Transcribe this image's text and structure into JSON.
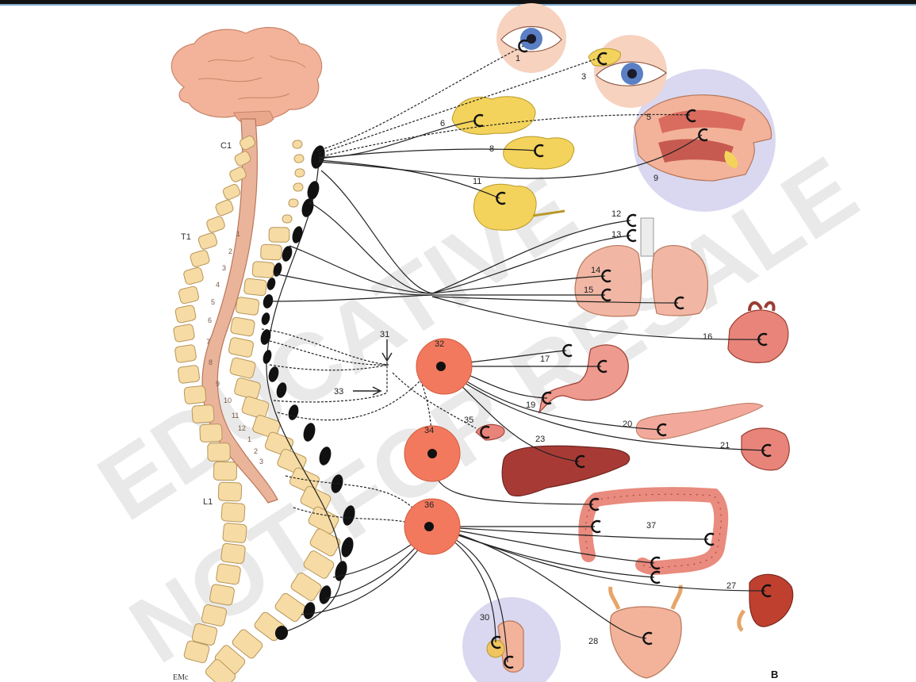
{
  "watermark": [
    "EDUCATIVE",
    "NOT FOR RESALE"
  ],
  "spinal_level_labels": [
    "C1",
    "T1",
    "L1"
  ],
  "thoracic_numbers": [
    "1",
    "2",
    "3",
    "4",
    "5",
    "6",
    "7",
    "8",
    "9",
    "10",
    "11",
    "12"
  ],
  "lumbar_numbers": [
    "1",
    "2",
    "3"
  ],
  "target_labels": [
    "1",
    "3",
    "5",
    "6",
    "8",
    "9",
    "11",
    "12",
    "13",
    "14",
    "15",
    "16",
    "17",
    "19",
    "20",
    "21",
    "23",
    "27",
    "28",
    "30",
    "37"
  ],
  "ganglion_labels": [
    "31",
    "32",
    "33",
    "34",
    "35",
    "36"
  ],
  "panel_letter": "B",
  "signature": "EMc",
  "colors": {
    "ganglion": "#f2795e",
    "organ": "#e8847a",
    "gland": "#f3d35b",
    "vertebra": "#f6dca4",
    "brain": "#f2b39a",
    "cord": "#eab49a",
    "halo": "#c9c8ea"
  }
}
